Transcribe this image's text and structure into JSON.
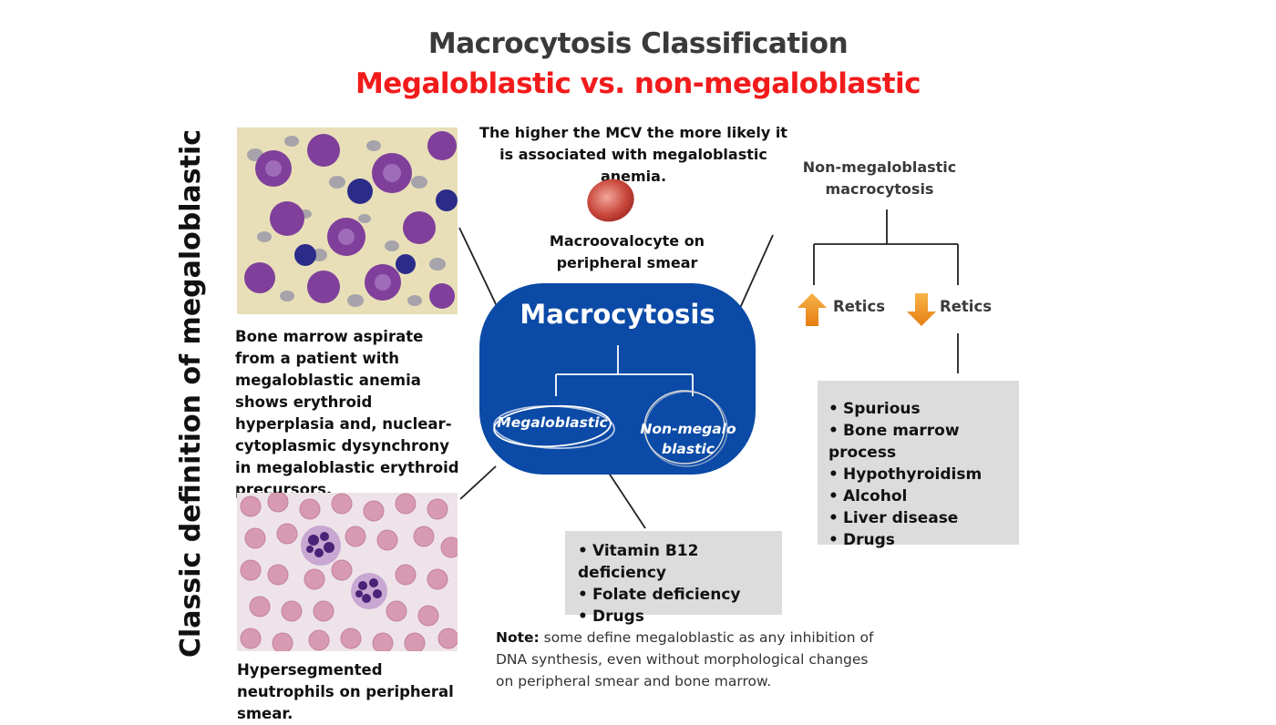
{
  "header": {
    "title": "Macrocytosis Classification",
    "subtitle": "Megaloblastic vs. non-megaloblastic"
  },
  "side_label": "Classic definition of megaloblastic",
  "bone_marrow": {
    "caption": "Bone marrow aspirate from a patient with megaloblastic anemia shows erythroid hyperplasia and, nuclear-cytoplasmic dysynchrony in megaloblastic erythroid precursors."
  },
  "neutrophils": {
    "caption": "Hypersegmented neutrophils on peripheral smear."
  },
  "mcv_note": "The higher the MCV the more likely it is associated with megaloblastic anemia.",
  "macroovalocyte_label": "Macroovalocyte on peripheral smear",
  "center": {
    "title": "Macrocytosis",
    "megaloblastic": "Megaloblastic",
    "non_megaloblastic": "Non-megaloblastic"
  },
  "megaloblastic_causes": [
    "Vitamin B12 deficiency",
    "Folate deficiency",
    "Drugs"
  ],
  "non_megaloblastic": {
    "title": "Non-megaloblastic macrocytosis",
    "retics_up": "Retics",
    "retics_down": "Retics",
    "causes": [
      "Spurious",
      "Bone marrow process",
      "Hypothyroidism",
      "Alcohol",
      "Liver disease",
      "Drugs"
    ]
  },
  "note": {
    "label": "Note:",
    "text": " some define megaloblastic as any inhibition of DNA synthesis, even without morphological changes on peripheral smear and bone marrow."
  },
  "colors": {
    "title_gray": "#3a3a3a",
    "subtitle_red": "#f21b1b",
    "center_blue": "#0b4aa6",
    "box_gray": "#dcdcdc",
    "arrow_orange": "#f29418"
  }
}
